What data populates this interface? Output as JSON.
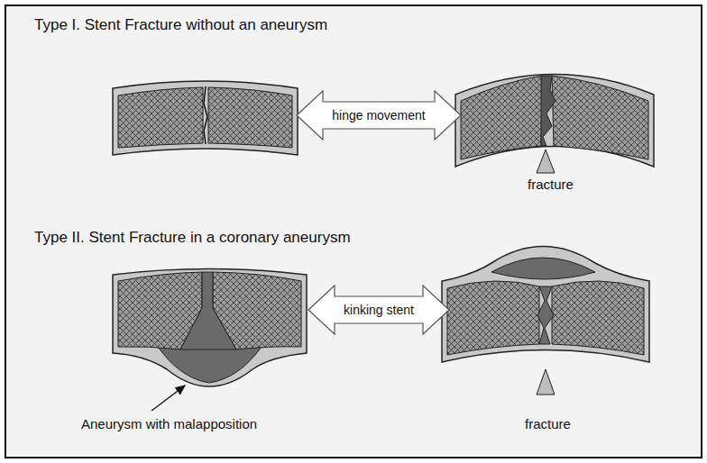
{
  "diagram": {
    "nodes": [
      {
        "text": [
          "hinge movement"
        ]
      },
      {
        "text": [
          "kinking stent"
        ]
      }
    ],
    "labels": [
      "Type I. Stent Fracture without an aneurysm",
      "fracture",
      "Type II. Stent Fracture in a coronary aneurysm",
      "Aneurysm with malapposition",
      "fracture"
    ]
  }
}
